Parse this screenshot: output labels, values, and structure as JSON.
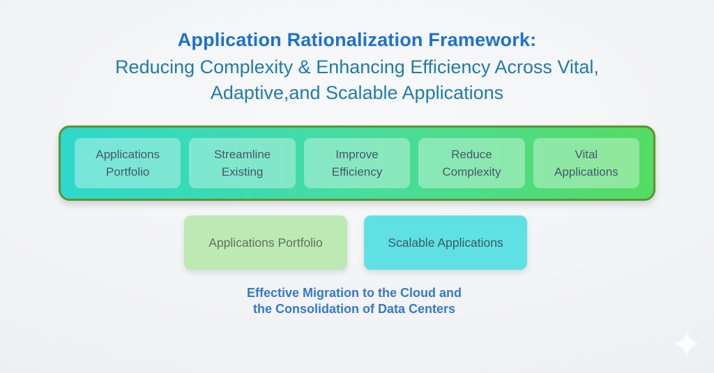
{
  "header": {
    "title": "Application Rationalization Framework:",
    "subtitle_line1": "Reducing Complexity & Enhancing Efficiency Across Vital,",
    "subtitle_line2": "Adaptive,and Scalable Applications"
  },
  "framework_bar": {
    "items": [
      {
        "line1": "Applications",
        "line2": "Portfolio"
      },
      {
        "line1": "Streamline",
        "line2": "Existing"
      },
      {
        "line1": "Improve",
        "line2": "Efficiency"
      },
      {
        "line1": "Reduce",
        "line2": "Complexity"
      },
      {
        "line1": "Vital",
        "line2": "Applications"
      }
    ],
    "gradient_left": "#2ed8cb",
    "gradient_right": "#55dc63",
    "border_color": "#5e9430",
    "item_text_color": "#46576b"
  },
  "secondary_boxes": [
    {
      "label": "Applications Portfolio",
      "fill": "#bde9b5",
      "text_color": "#5f7459"
    },
    {
      "label": "Scalable Applications",
      "fill": "#5fe1e3",
      "text_color": "#3d5766"
    }
  ],
  "caption": {
    "line1": "Effective Migration to the Cloud and",
    "line2": "the Consolidation of Data Centers",
    "color": "#3579cc"
  },
  "decorations": {
    "sparkle_icon": "four-point-star"
  },
  "colors": {
    "title": "#1a72cf",
    "subtitle": "#1e7bae",
    "background": "#f1f2f4"
  }
}
